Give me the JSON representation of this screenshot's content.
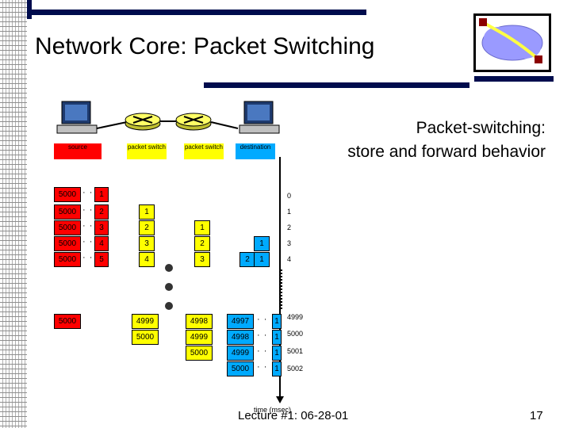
{
  "slide": {
    "title": "Network Core: Packet Switching",
    "subtitle_line1": "Packet-switching:",
    "subtitle_line2": "store and forward behavior",
    "footer": "Lecture #1: 06-28-01",
    "page_number": "17"
  },
  "diagram": {
    "labels": {
      "source": "source",
      "switch1": "packet switch",
      "switch2": "packet switch",
      "destination": "destination",
      "time_axis": "time (msec)"
    },
    "source_rows": [
      "5000",
      "5000",
      "5000",
      "5000",
      "5000"
    ],
    "source_queue": [
      "1",
      "2",
      "3",
      "4",
      "5"
    ],
    "switch1_top": [
      "1",
      "2",
      "3",
      "4"
    ],
    "switch2_top": [
      "1",
      "2",
      "3"
    ],
    "dest_top": [
      "1",
      "2",
      "1"
    ],
    "time_top": [
      "0",
      "1",
      "2",
      "3",
      "4"
    ],
    "source_bottom": [
      "5000"
    ],
    "switch1_bottom": [
      "4999",
      "5000"
    ],
    "switch2_bottom": [
      "4998",
      "4999",
      "5000"
    ],
    "dest_bottom": [
      "4997",
      "4998",
      "4999",
      "5000"
    ],
    "dest_bottom_ones": [
      "1",
      "1",
      "1",
      "1"
    ],
    "time_bottom": [
      "4999",
      "5000",
      "5001",
      "5002"
    ]
  },
  "colors": {
    "source": "#ff0000",
    "switch": "#ffff00",
    "destination": "#00aaff",
    "title_bar": "#000c4d"
  }
}
